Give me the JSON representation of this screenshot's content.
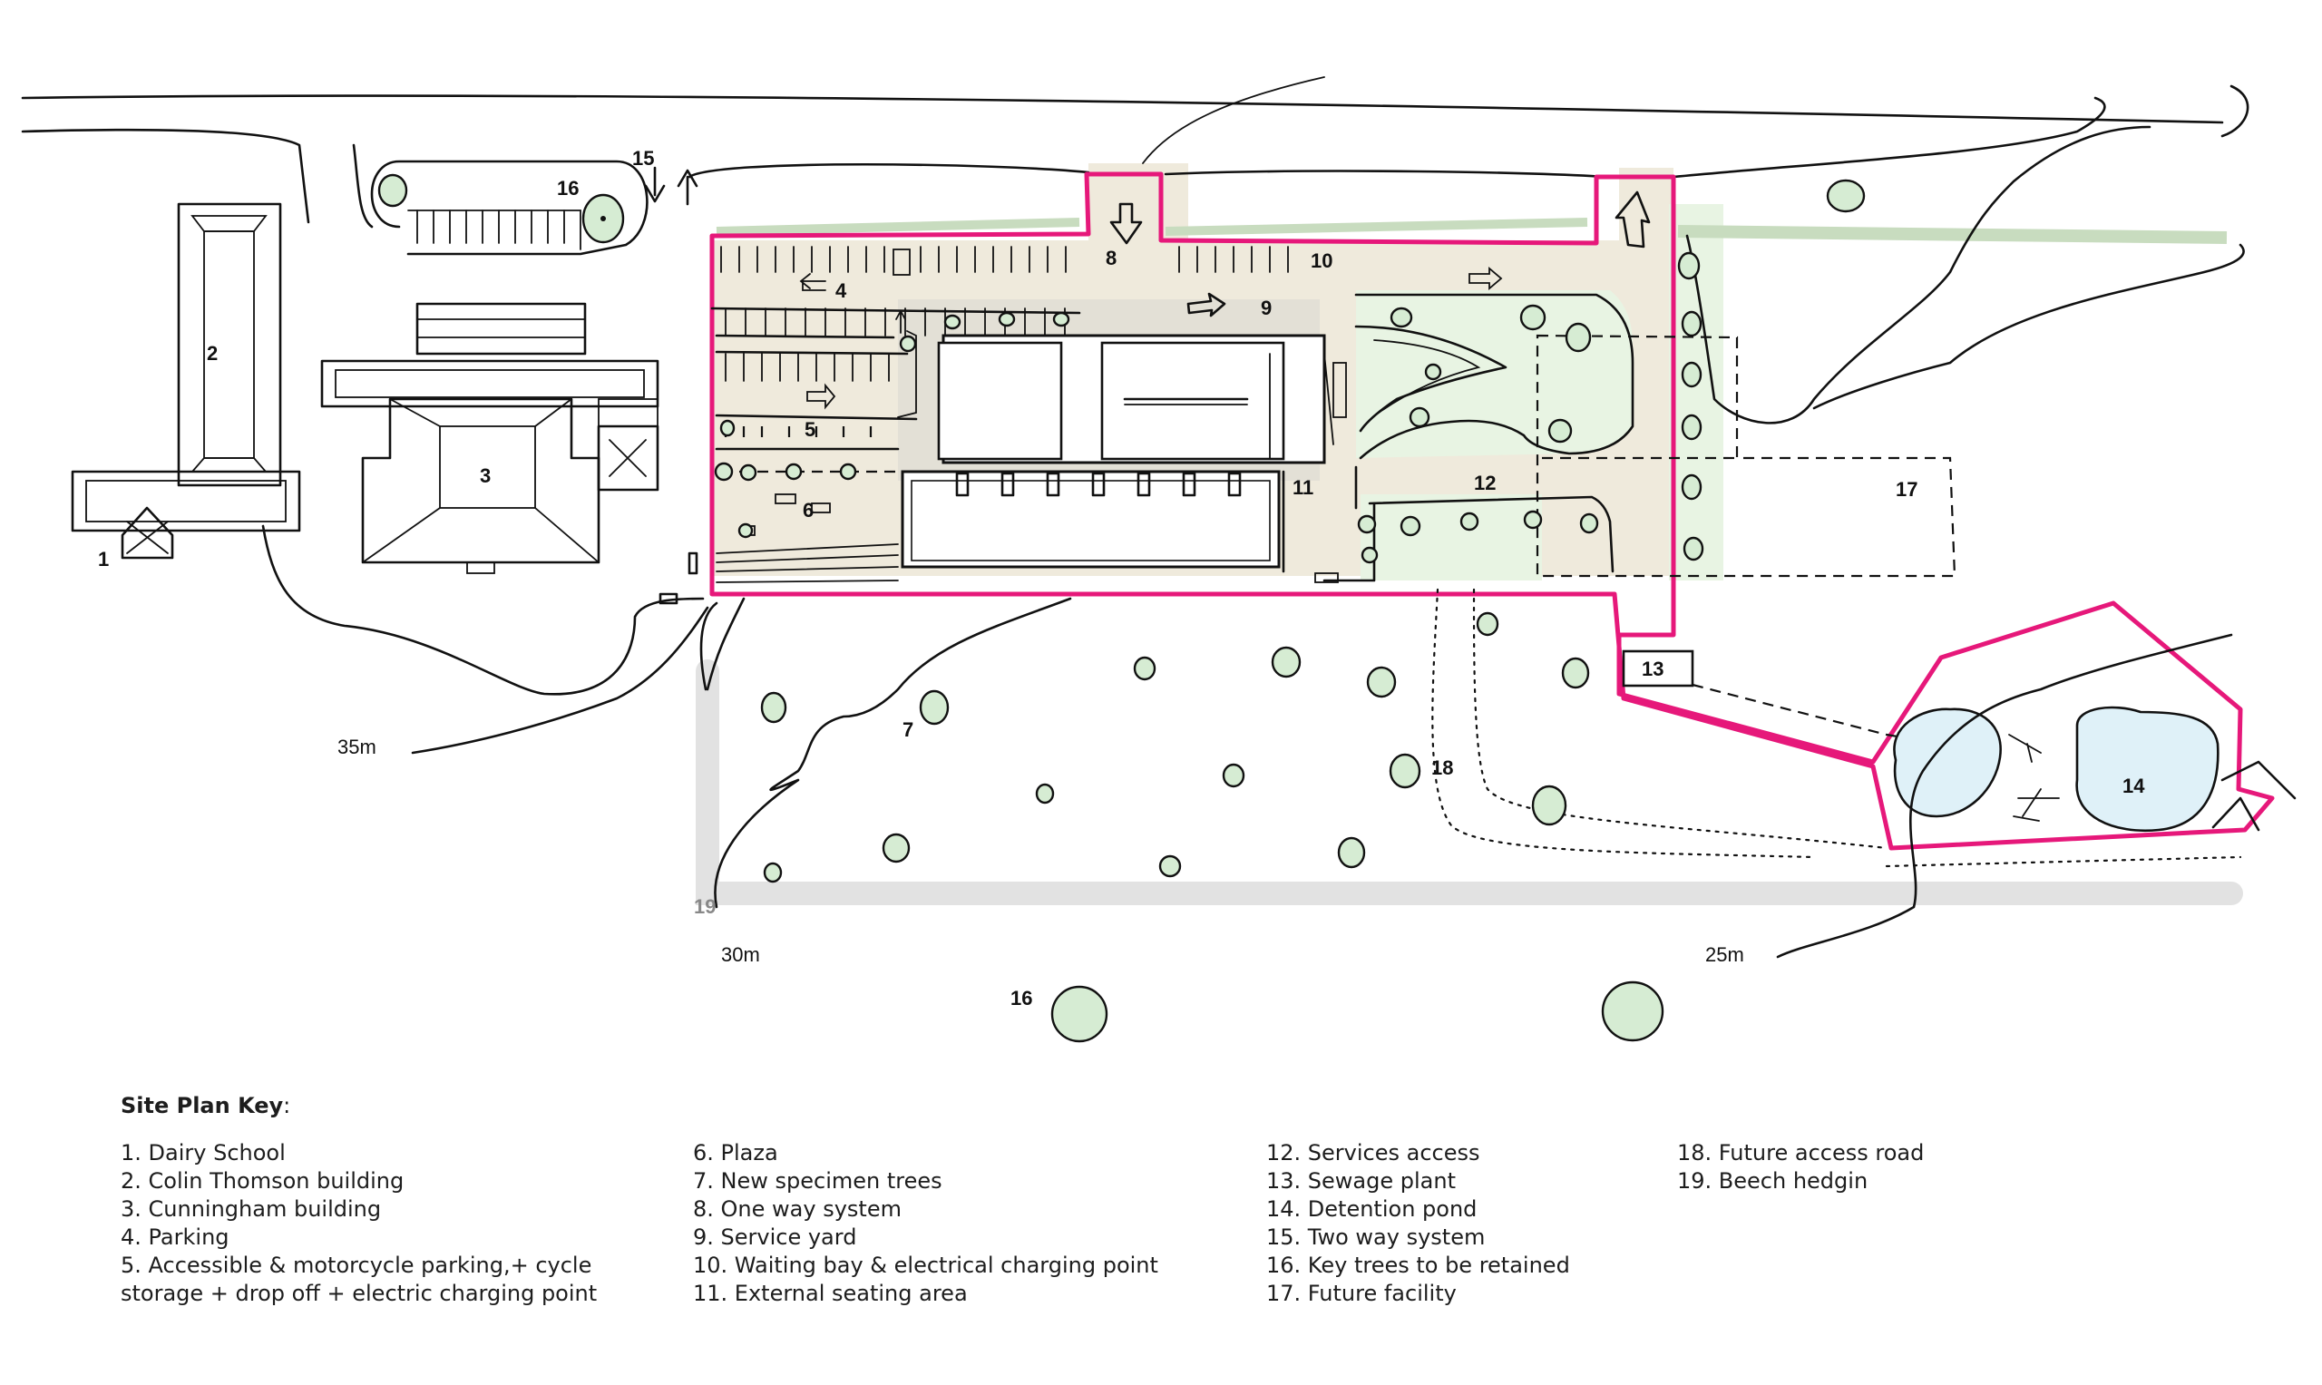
{
  "colors": {
    "boundary": "#e6187a",
    "paving": "#efeadc",
    "green": "#e8f4e3",
    "tree": "#d6ecd3",
    "pond": "#dff1f8",
    "hedge": "#dde8d5",
    "beech": "#e2e2e2"
  },
  "plan_labels": {
    "n1": "1",
    "n2": "2",
    "n3": "3",
    "n4": "4",
    "n5": "5",
    "n6": "6",
    "n7": "7",
    "n8": "8",
    "n9": "9",
    "n10": "10",
    "n11": "11",
    "n12": "12",
    "n13": "13",
    "n14": "14",
    "n15": "15",
    "n16a": "16",
    "n16b": "16",
    "n17": "17",
    "n18": "18",
    "n19": "19",
    "c35": "35m",
    "c30": "30m",
    "c25": "25m"
  },
  "key": {
    "title": "Site Plan Key",
    "col1": [
      "1. Dairy School",
      "2. Colin Thomson building",
      "3. Cunningham building",
      "4. Parking",
      "5. Accessible & motorcycle parking,+ cycle",
      "storage + drop off + electric charging point"
    ],
    "col2": [
      "6. Plaza",
      "7. New specimen trees",
      "8. One way system",
      "9. Service yard",
      "10. Waiting bay & electrical charging point",
      "11. External seating area"
    ],
    "col3": [
      "12. Services access",
      "13. Sewage plant",
      "14. Detention pond",
      "15. Two way system",
      "16. Key trees to be retained",
      "17. Future facility"
    ],
    "col4": [
      "18. Future access road",
      "19. Beech hedgin"
    ]
  }
}
